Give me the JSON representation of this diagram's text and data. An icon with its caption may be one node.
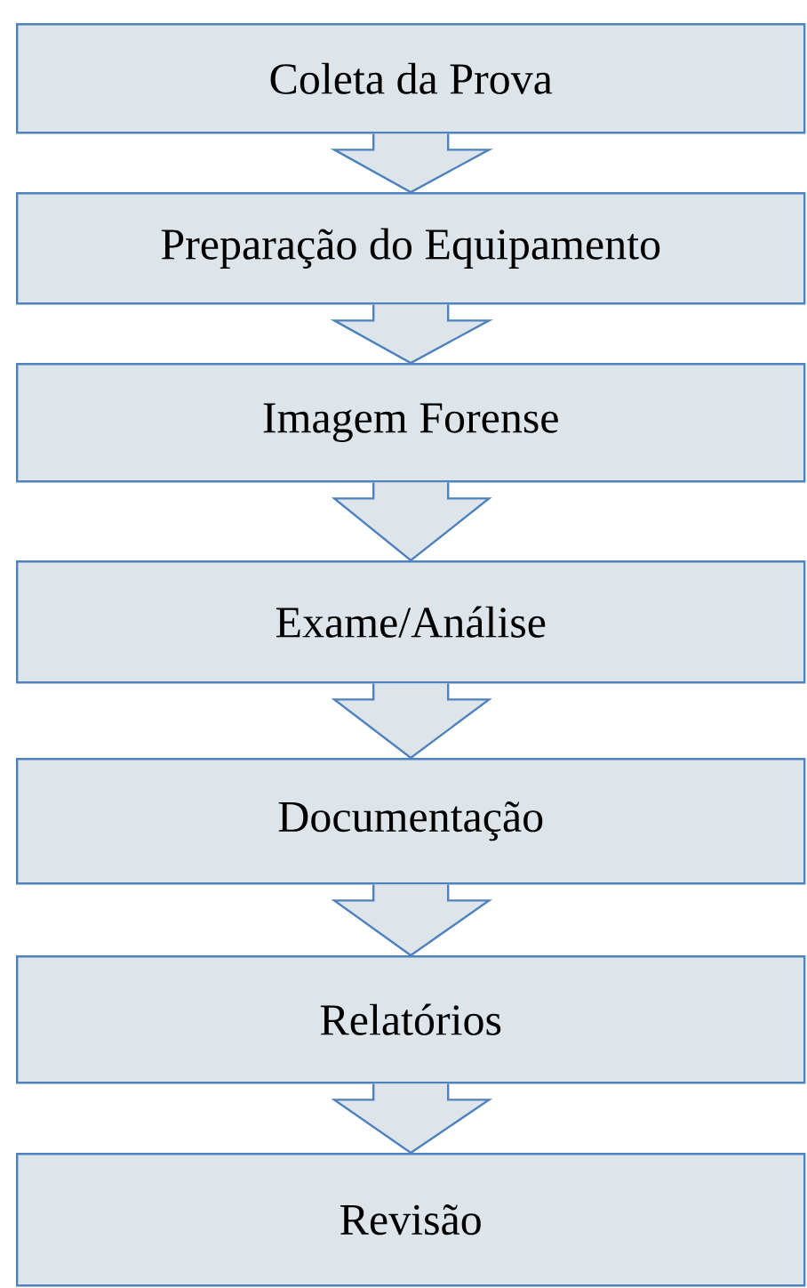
{
  "diagram": {
    "nodes": [
      {
        "text": [
          "Coleta da Prova"
        ]
      },
      {
        "text": [
          "Preparação do Equipamento"
        ]
      },
      {
        "text": [
          "Imagem Forense"
        ]
      },
      {
        "text": [
          "Exame/Análise"
        ]
      },
      {
        "text": [
          "Documentação"
        ]
      },
      {
        "text": [
          "Relatórios"
        ]
      },
      {
        "text": [
          "Revisão"
        ]
      }
    ],
    "edges": [
      {
        "from": 0,
        "to": 1,
        "arrow": "to"
      },
      {
        "from": 1,
        "to": 2,
        "arrow": "to"
      },
      {
        "from": 2,
        "to": 3,
        "arrow": "to"
      },
      {
        "from": 3,
        "to": 4,
        "arrow": "to"
      },
      {
        "from": 4,
        "to": 5,
        "arrow": "to"
      },
      {
        "from": 5,
        "to": 6,
        "arrow": "to"
      }
    ]
  }
}
